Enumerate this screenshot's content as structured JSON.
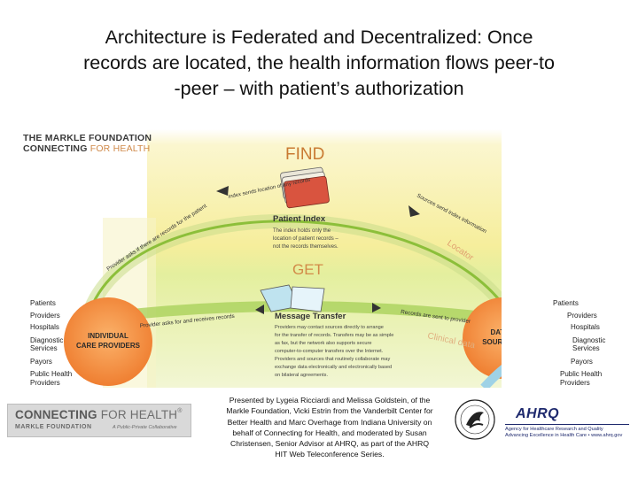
{
  "title": {
    "line1": "Architecture is Federated and Decentralized: Once",
    "line2": "records are located, the health information flows peer-to",
    "line3": "-peer – with patient’s authorization"
  },
  "diagram": {
    "header": {
      "line1": "THE MARKLE FOUNDATION",
      "line2_a": "CONNECTING ",
      "line2_b": "FOR HEALTH"
    },
    "find_label": "FIND",
    "get_label": "GET",
    "patient_index": {
      "title": "Patient Index",
      "desc": [
        "The index holds only the",
        "location of patient records –",
        "not the records themselves."
      ]
    },
    "message_transfer": {
      "title": "Message Transfer",
      "desc": [
        "Providers may contact sources directly to arrange",
        "for the transfer of records. Transfers may be as simple",
        "as fax, but the network also supports secure",
        "computer-to-computer transfers over the Internet.",
        "Providers and sources that routinely collaborate may",
        "exchange data electronically and electronically based",
        "on bilateral agreements."
      ]
    },
    "arc_labels": {
      "provider_asks": "Provider asks if there are records for the patient",
      "index_sends": "Index sends location of any records",
      "source_index": "Sources send index information",
      "locator": "Locator",
      "provider_asks_receives": "Provider asks for and receives records",
      "records_sent": "Records are sent to provider",
      "clinical_data": "Clinical data"
    },
    "individual_care": {
      "line1": "INDIVIDUAL",
      "line2": "CARE PROVIDERS"
    },
    "data_sources": {
      "line1": "DATA",
      "line2": "SOURCES"
    },
    "left_list": [
      "Patients",
      "Providers",
      "Hospitals",
      "Diagnostic",
      "Services",
      "Payors",
      "Public Health",
      "Providers"
    ],
    "right_list": [
      "Patients",
      "Providers",
      "Hospitals",
      "Diagnostic",
      "Services",
      "Payors",
      "Public Health",
      "Providers"
    ],
    "colors": {
      "find_zone": "#f7ee9a",
      "get_zone": "#e6f0a0",
      "arc": "#94c33c",
      "node_orange": "#f28c40",
      "find_text": "#c97a32"
    }
  },
  "caption": [
    "Presented by Lygeia Ricciardi and Melissa Goldstein, of the",
    "Markle Foundation, Vicki Estrin from the Vanderbilt Center for",
    "Better Health and Marc Overhage from Indiana University on",
    "behalf of Connecting for Health, and moderated by Susan",
    "Christensen, Senior Advisor at AHRQ, as part of the AHRQ",
    "HIT Web Teleconference Series."
  ],
  "logos": {
    "cfh": {
      "word_a": "CONNECTING ",
      "word_b": "FOR HEALTH",
      "tm": "®",
      "sub": "MARKLE FOUNDATION",
      "tagline": "A Public-Private Collaborative"
    },
    "ahrq": {
      "name": "AHRQ",
      "tagline1": "Agency for Healthcare Research and Quality",
      "tagline2": "Advancing Excellence in Health Care • www.ahrq.gov"
    },
    "hhs_seal_icon": "hhs-seal-icon"
  }
}
